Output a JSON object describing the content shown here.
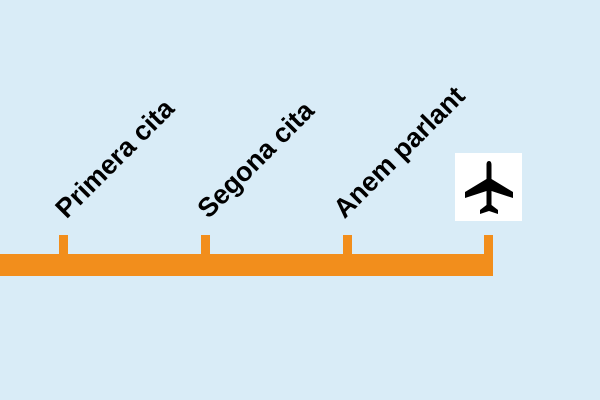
{
  "line": {
    "color": "#F28E1C",
    "background": "#D9ECF7"
  },
  "stations": [
    {
      "name": "Primera cita"
    },
    {
      "name": "Segona cita"
    },
    {
      "name": "Anem parlant"
    },
    {
      "name": "",
      "icon": "airplane-icon"
    }
  ]
}
